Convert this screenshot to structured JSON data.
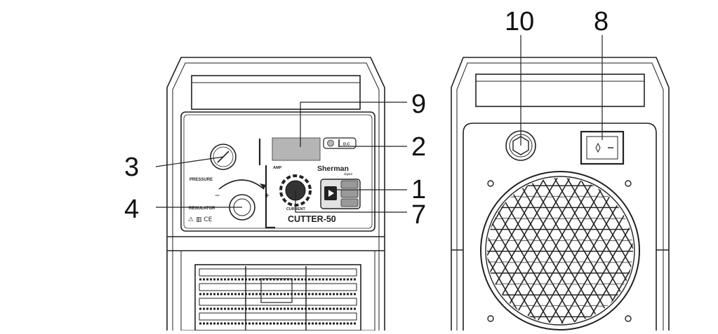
{
  "callouts": {
    "c1": "1",
    "c2": "2",
    "c3": "3",
    "c4": "4",
    "c7": "7",
    "c8": "8",
    "c9": "9",
    "c10": "10"
  },
  "front_panel": {
    "amp_label": "AMP",
    "dc_label": "D.C",
    "brand": "Sherman",
    "brand_sub": "digital",
    "pressure_label": "PRESSURE",
    "regulator_label": "REGULATOR",
    "minus_sign": "−",
    "plus_sign": "+",
    "current_label": "CURRENT",
    "model": "CUTTER-50",
    "ce_mark": "⚠ ▥  CE"
  },
  "colors": {
    "line": "#222222",
    "display": "#b5b5b5",
    "knob": "#333333"
  }
}
